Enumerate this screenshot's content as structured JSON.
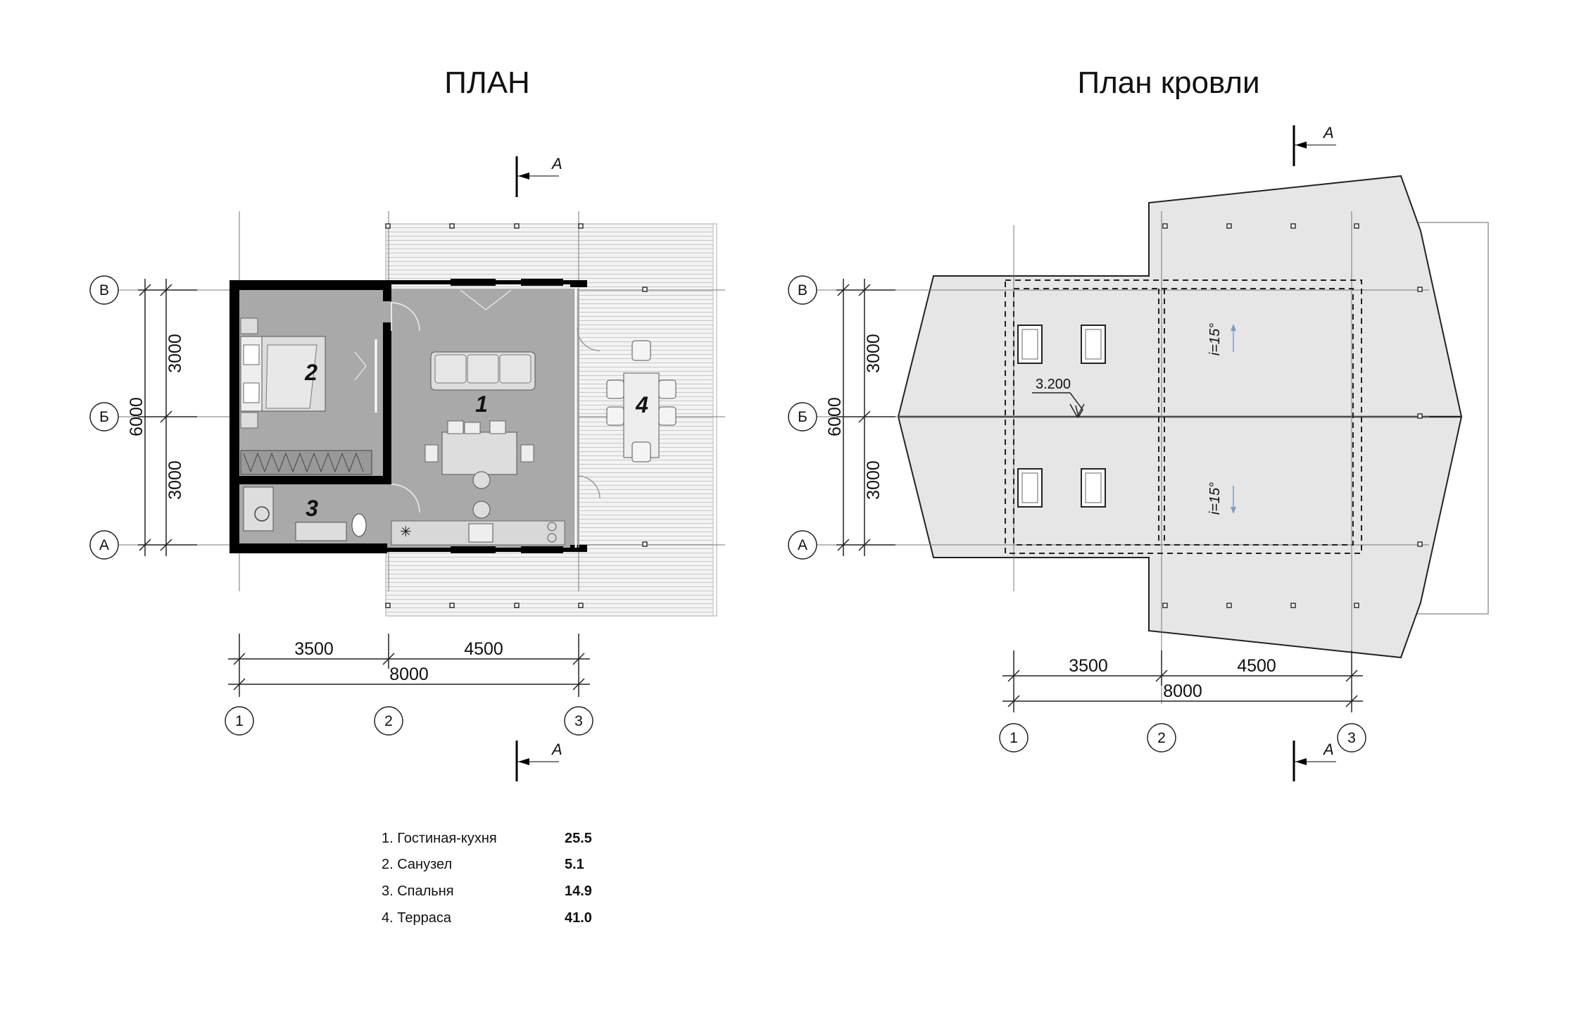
{
  "plan": {
    "title": "ПЛАН",
    "section_mark": "А",
    "axes_rows": [
      "В",
      "Б",
      "А"
    ],
    "axes_cols": [
      "1",
      "2",
      "3"
    ],
    "dims_vertical": {
      "upper": "3000",
      "lower": "3000",
      "total": "6000"
    },
    "dims_horizontal": {
      "left": "3500",
      "right": "4500",
      "total": "8000"
    },
    "rooms": [
      "1",
      "2",
      "3",
      "4"
    ]
  },
  "roof": {
    "title": "План кровли",
    "section_mark": "А",
    "axes_rows": [
      "В",
      "Б",
      "А"
    ],
    "axes_cols": [
      "1",
      "2",
      "3"
    ],
    "dims_vertical": {
      "upper": "3000",
      "lower": "3000",
      "total": "6000"
    },
    "dims_horizontal": {
      "left": "3500",
      "right": "4500",
      "total": "8000"
    },
    "elevation": "3.200",
    "slope_upper": "i=15°",
    "slope_lower": "i=15°"
  },
  "legend": [
    {
      "label": "1. Гостиная-кухня",
      "value": "25.5"
    },
    {
      "label": "2. Санузел",
      "value": "5.1"
    },
    {
      "label": "3. Спальня",
      "value": "14.9"
    },
    {
      "label": "4. Терраса",
      "value": "41.0"
    }
  ],
  "colors": {
    "room_fill": "#a9a9a9",
    "roof_fill": "#e6e6e6",
    "wall": "#000000",
    "terrace": "#f1f1f1"
  }
}
